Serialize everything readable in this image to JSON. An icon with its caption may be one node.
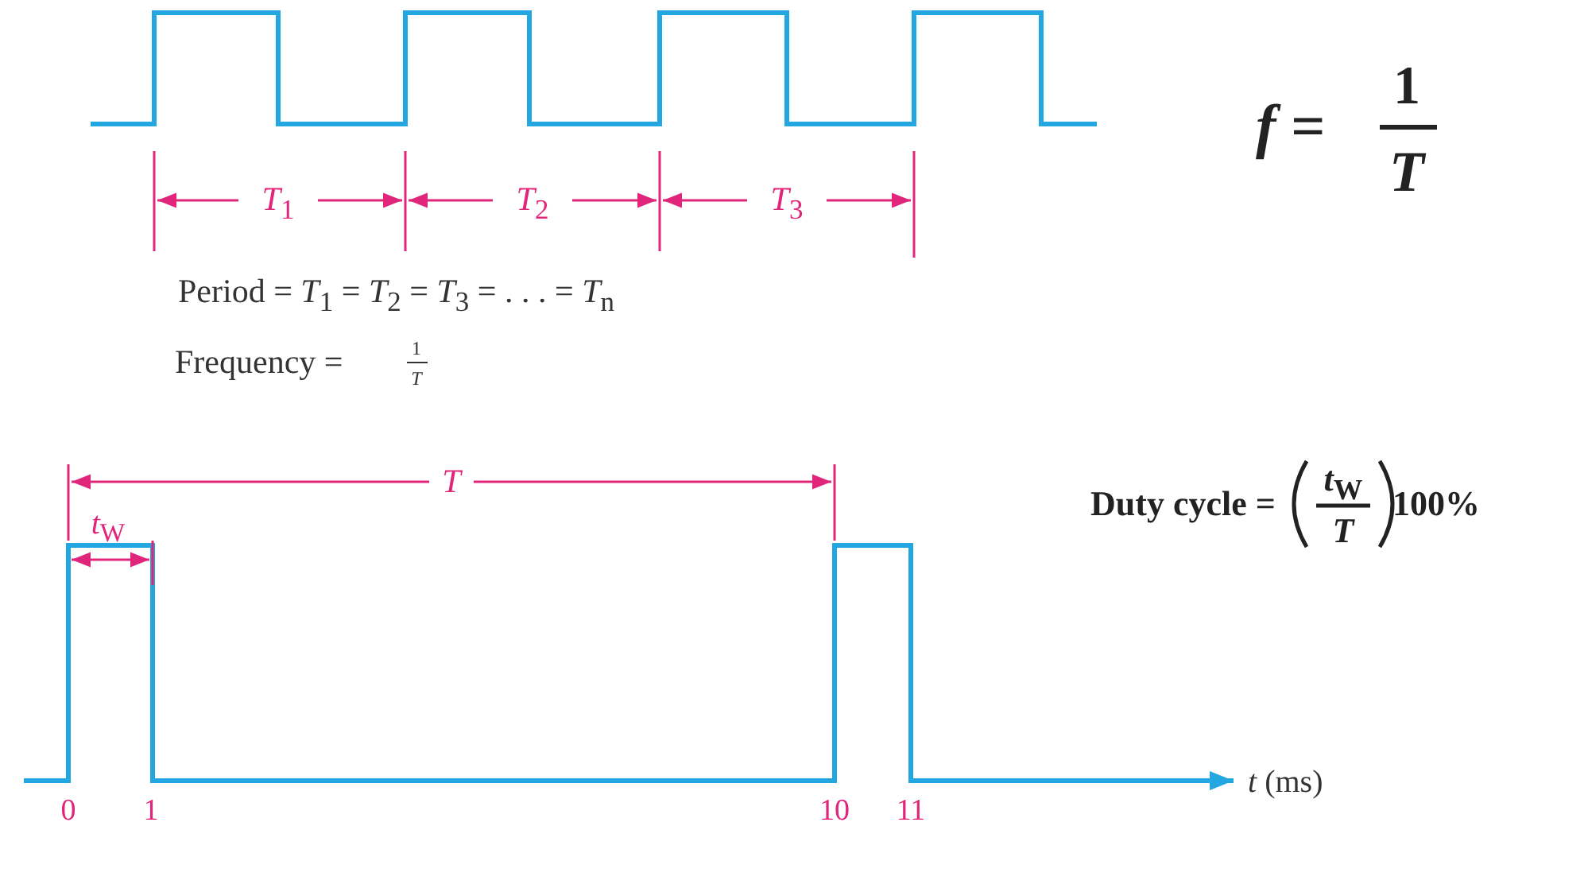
{
  "diagram": {
    "labels": [
      "*T*$_{1}$",
      "*T*$_{2}$",
      "*T*$_{3}$",
      "*f* =",
      "1",
      "T",
      "Period = *T*$_{1}$ = *T*$_{2}$ = *T*$_{3}$ = . . . = *T*$_{n}$",
      "Frequency =",
      "1",
      "T",
      "T",
      "*t*$_{W}$",
      "Duty cycle =",
      "*t*$_{W}$",
      "T",
      "100%",
      "0",
      "1",
      "10",
      "11",
      "*t* (ms)"
    ]
  }
}
